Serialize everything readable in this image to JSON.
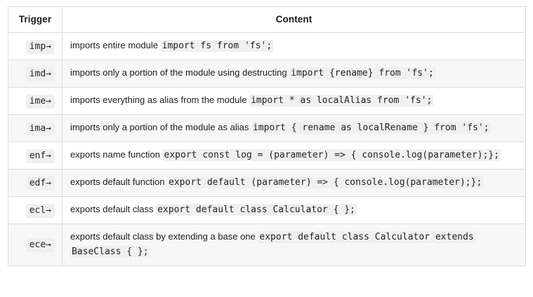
{
  "table": {
    "headers": {
      "trigger": "Trigger",
      "content": "Content"
    },
    "rows": [
      {
        "trigger": "imp→",
        "description": "imports entire module ",
        "code": "import fs from 'fs';"
      },
      {
        "trigger": "imd→",
        "description": "imports only a portion of the module using destructing ",
        "code": "import {rename} from 'fs';"
      },
      {
        "trigger": "ime→",
        "description": "imports everything as alias from the module ",
        "code": "import * as localAlias from 'fs';"
      },
      {
        "trigger": "ima→",
        "description": "imports only a portion of the module as alias ",
        "code": "import { rename as localRename } from 'fs';"
      },
      {
        "trigger": "enf→",
        "description": "exports name function ",
        "code": "export const log = (parameter) => { console.log(parameter);};"
      },
      {
        "trigger": "edf→",
        "description": "exports default function ",
        "code": "export default (parameter) => { console.log(parameter);};"
      },
      {
        "trigger": "ecl→",
        "description": "exports default class ",
        "code": "export default class Calculator { };"
      },
      {
        "trigger": "ece→",
        "description": "exports default class by extending a base one ",
        "code": "export default class Calculator extends BaseClass { };"
      }
    ]
  },
  "colors": {
    "border": "#dcdcdc",
    "row_alt_background": "#f7f7f7",
    "code_background": "#f0f0f0",
    "text": "#1c1c1c"
  }
}
